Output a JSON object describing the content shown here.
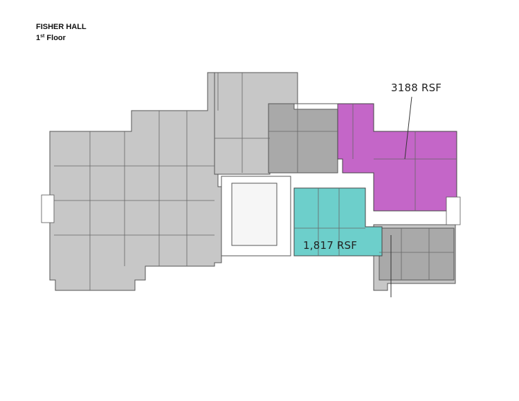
{
  "header": {
    "building": "FISHER HALL",
    "floor_number": "1",
    "floor_suffix": "st",
    "floor_word": "Floor"
  },
  "suites": [
    {
      "label": "3188 RSF",
      "color": "#c466c8"
    },
    {
      "label": "1,817 RSF",
      "color": "#6dcfcb"
    }
  ],
  "colors": {
    "wing": "#c7c7c7",
    "dark_core": "#a9a9a9",
    "lines": "#555555"
  }
}
